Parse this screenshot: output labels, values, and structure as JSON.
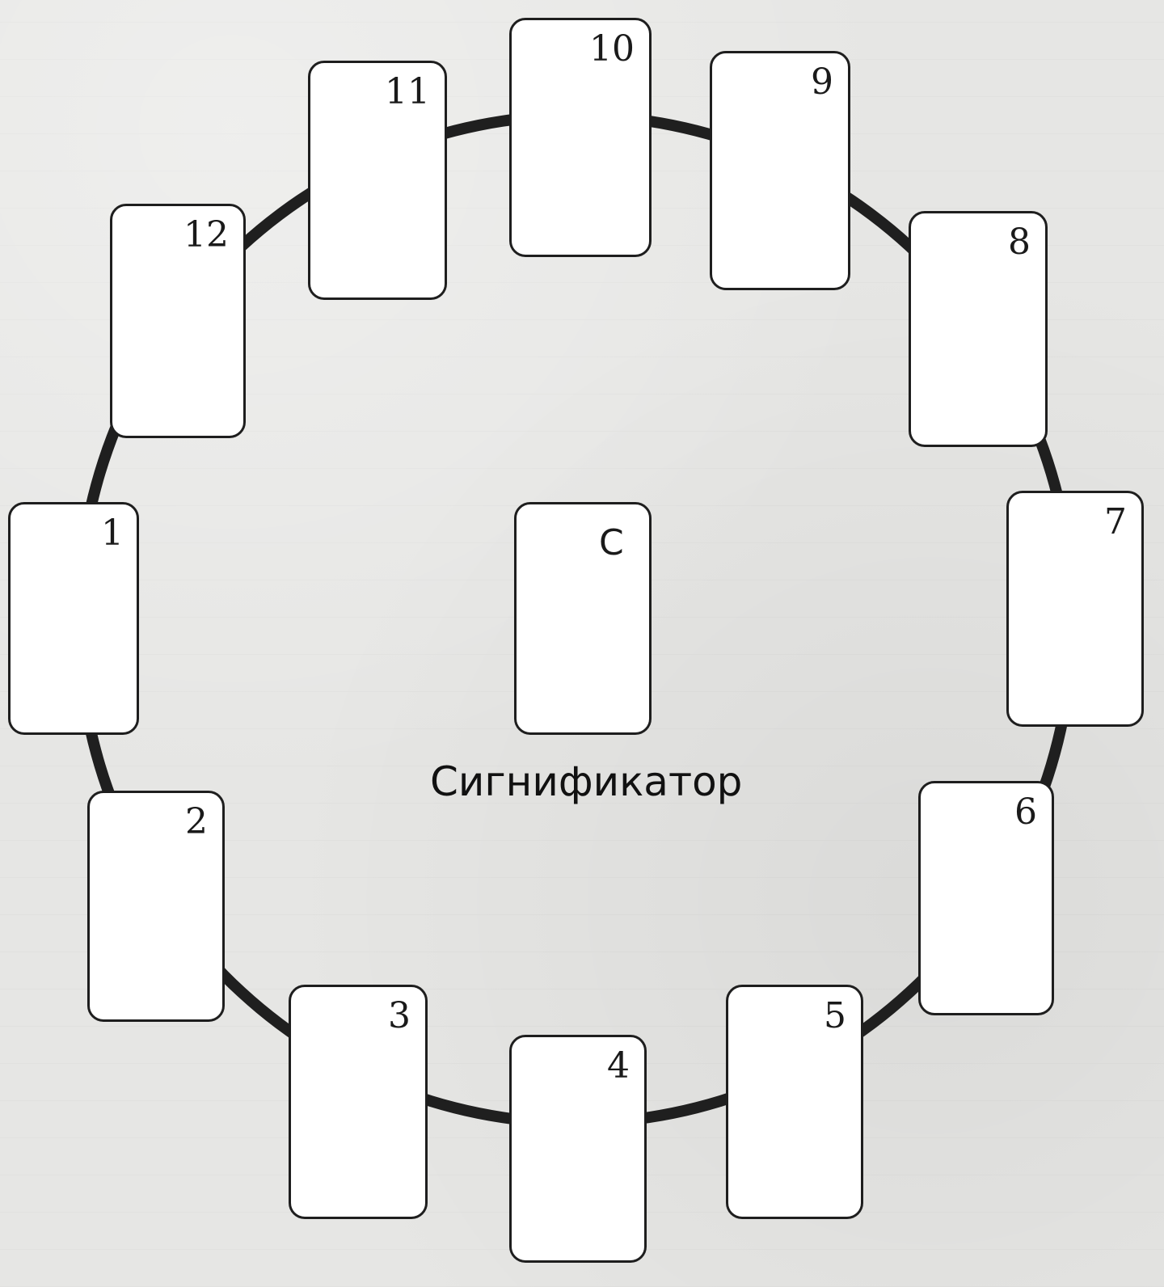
{
  "cards": {
    "c1": "1",
    "c2": "2",
    "c3": "3",
    "c4": "4",
    "c5": "5",
    "c6": "6",
    "c7": "7",
    "c8": "8",
    "c9": "9",
    "c10": "10",
    "c11": "11",
    "c12": "12",
    "center": "C"
  },
  "caption": "Сигнификатор"
}
